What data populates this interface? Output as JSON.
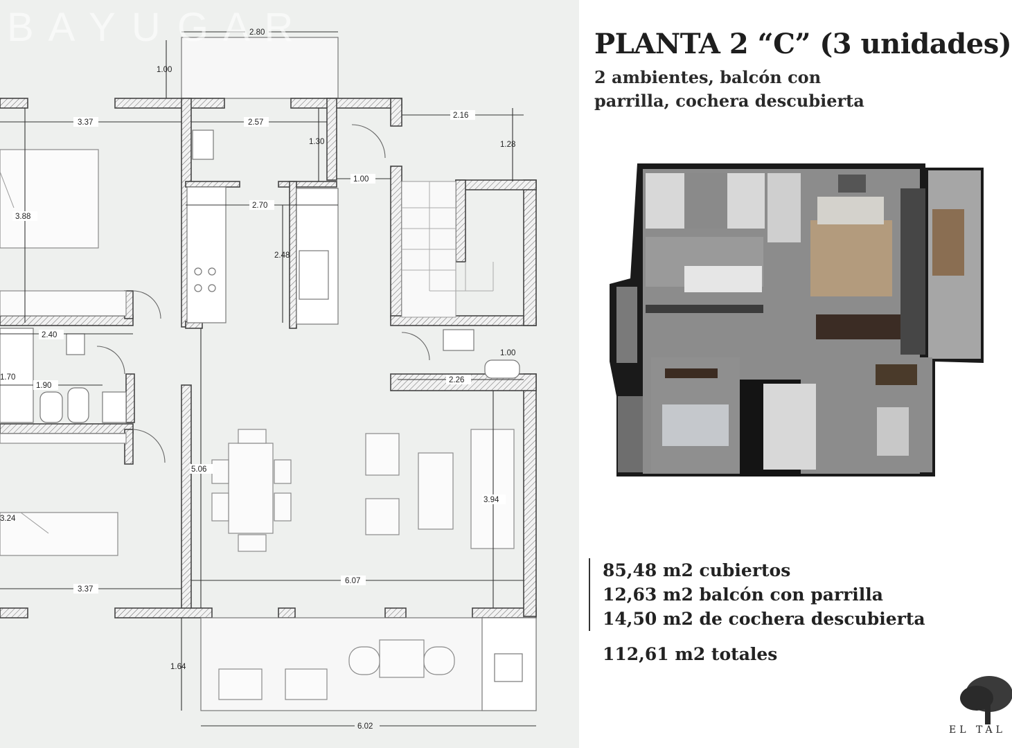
{
  "info": {
    "title": "PLANTA 2 “C” (3 unidades)",
    "subtitle": "2 ambientes, balcón con parrilla, cochera descubierta",
    "areas": [
      "85,48 m2 cubiertos",
      "12,63 m2 balcón con parrilla",
      "14,50 m2 de cochera descubierta"
    ],
    "total": "112,61 m2 totales"
  },
  "brand": {
    "name": "EL TAL"
  },
  "watermark": {
    "text": "B A Y U G A R"
  },
  "plan": {
    "dimensions": {
      "balcony_top_width": "2.80",
      "balcony_top_depth": "1.00",
      "bedroom1_width": "3.37",
      "bedroom1_depth": "3.88",
      "kitchen_top_width": "2.57",
      "kitchen_top_depth": "1.30",
      "stair_width": "2.16",
      "stair_depth": "1.28",
      "hall_door": "1.00",
      "kitchen_width": "2.70",
      "kitchen_depth": "2.48",
      "bath_width": "2.40",
      "toilet_width": "1.90",
      "bath_depth": "1.70",
      "wc_depth": "1.00",
      "wc_width": "2.26",
      "living_depth": "5.06",
      "living_right_depth": "3.94",
      "bedroom2_depth": "3.24",
      "bedroom2_width": "3.37",
      "living_width": "6.07",
      "balcony_bottom_depth": "1.64",
      "balcony_bottom_width": "6.02"
    }
  },
  "colors": {
    "plan_bg": "#eef0ee",
    "wall": "#555555",
    "floor_render": "#8e8e8e",
    "text": "#222222"
  }
}
